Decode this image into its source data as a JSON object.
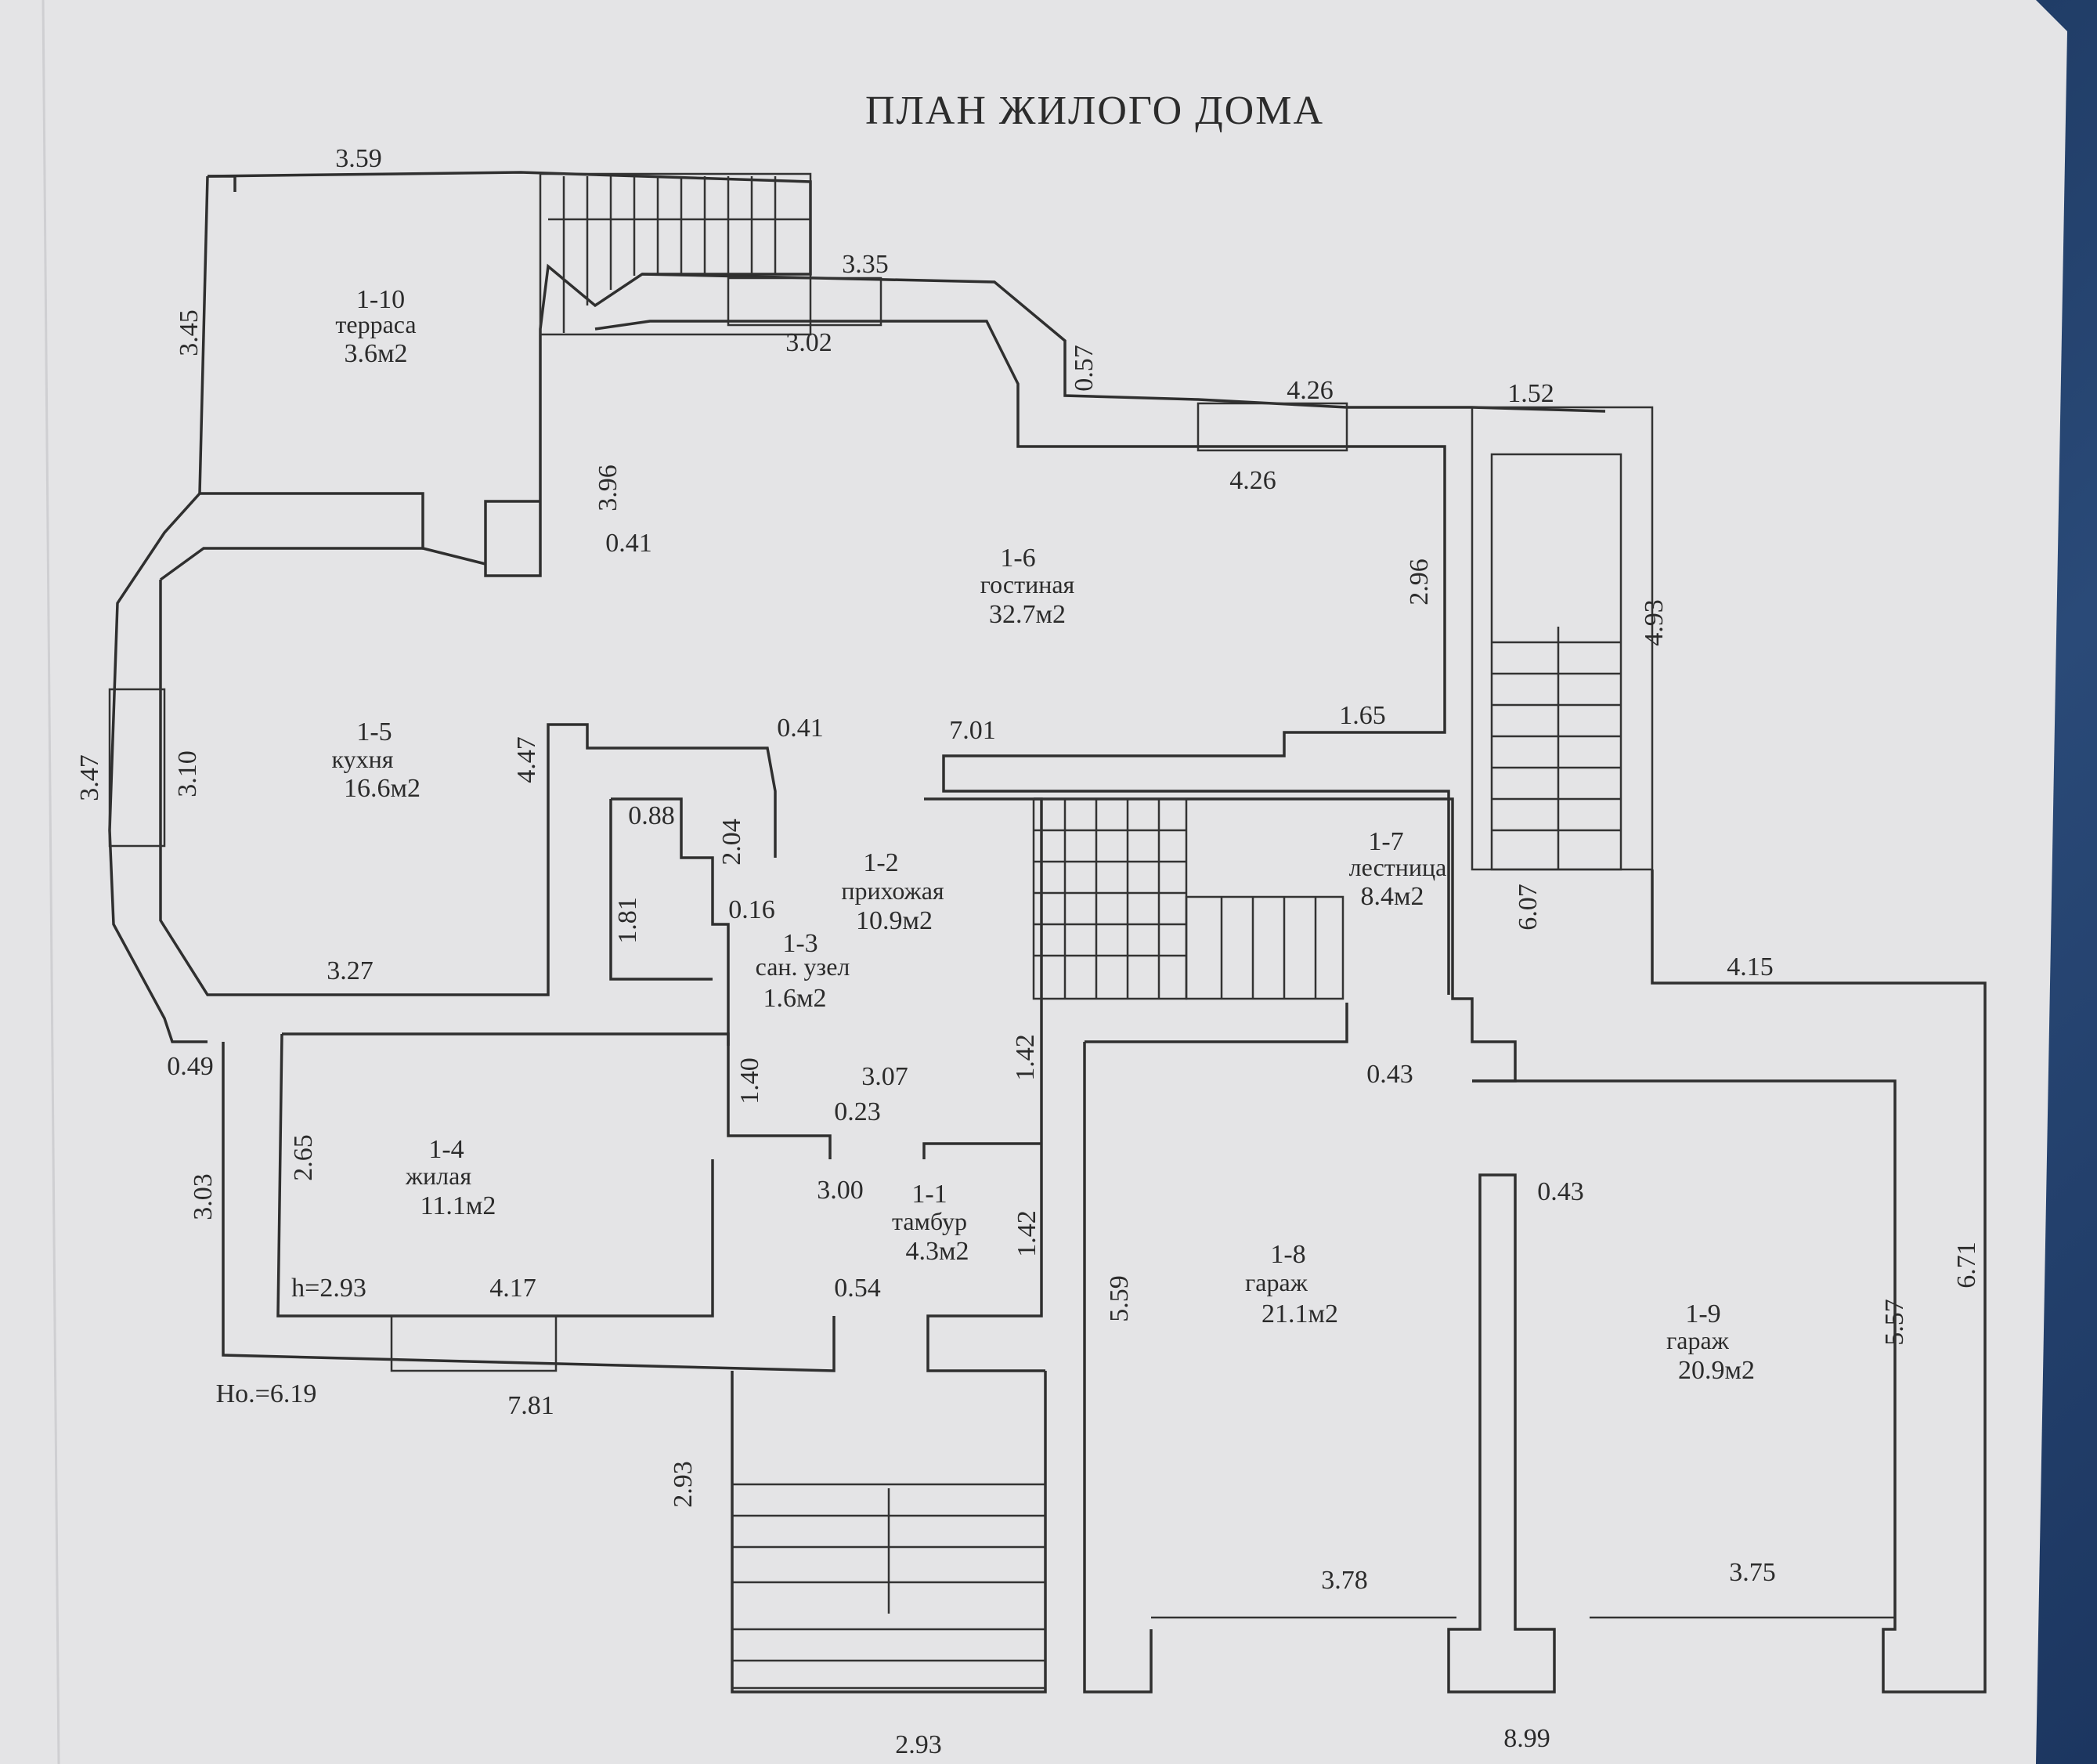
{
  "title": "ПЛАН ЖИЛОГО ДОМА",
  "rooms": [
    {
      "num": "1-10",
      "name": "терраса",
      "area": "3.6м2"
    },
    {
      "num": "1-6",
      "name": "гостиная",
      "area": "32.7м2"
    },
    {
      "num": "1-5",
      "name": "кухня",
      "area": "16.6м2"
    },
    {
      "num": "1-2",
      "name": "прихожая",
      "area": "10.9м2"
    },
    {
      "num": "1-3",
      "name": "сан. узел",
      "area": "1.6м2"
    },
    {
      "num": "1-7",
      "name": "лестница",
      "area": "8.4м2"
    },
    {
      "num": "1-4",
      "name": "жилая",
      "area": "11.1м2"
    },
    {
      "num": "1-1",
      "name": "тамбур",
      "area": "4.3м2"
    },
    {
      "num": "1-8",
      "name": "гараж",
      "area": "21.1м2"
    },
    {
      "num": "1-9",
      "name": "гараж",
      "area": "20.9м2"
    }
  ],
  "dimensions": {
    "d359": "3.59",
    "d345": "3.45",
    "d335": "3.35",
    "d302": "3.02",
    "d057": "0.57",
    "d426a": "4.26",
    "d152": "1.52",
    "d426b": "4.26",
    "d396": "3.96",
    "d041a": "0.41",
    "d296": "2.96",
    "d493": "4.93",
    "d347": "3.47",
    "d310": "3.10",
    "d447": "4.47",
    "d041b": "0.41",
    "d701": "7.01",
    "d165": "1.65",
    "d088": "0.88",
    "d204": "2.04",
    "d181": "1.81",
    "d016": "0.16",
    "d607": "6.07",
    "d415": "4.15",
    "d327": "3.27",
    "d049": "0.49",
    "d142a": "1.42",
    "d043a": "0.43",
    "d140": "1.40",
    "d307": "3.07",
    "d023": "0.23",
    "d265": "2.65",
    "d303": "3.03",
    "d300": "3.00",
    "d142b": "1.42",
    "d043b": "0.43",
    "d671": "6.71",
    "d559": "5.59",
    "d557": "5.57",
    "h293": "h=2.93",
    "d417": "4.17",
    "d054": "0.54",
    "ho619": "Ho.=6.19",
    "d781": "7.81",
    "d293a": "2.93",
    "d378": "3.78",
    "d375": "3.75",
    "d293b": "2.93",
    "d899": "8.99"
  }
}
